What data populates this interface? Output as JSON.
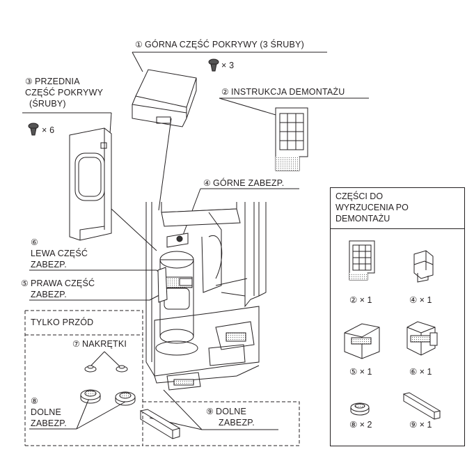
{
  "labels": {
    "part1": {
      "num": "①",
      "text": "GÓRNA CZĘŚĆ POKRYWY (3 ŚRUBY)"
    },
    "part1_qty": "× 3",
    "part2": {
      "num": "②",
      "text": "INSTRUKCJA DEMONTAŻU"
    },
    "part3": {
      "num": "③",
      "line1": "PRZEDNIA",
      "line2": "CZĘŚĆ POKRYWY",
      "line3": "(ŚRUBY)"
    },
    "part3_qty": "× 6",
    "part4": {
      "num": "④",
      "text": "GÓRNE ZABEZP."
    },
    "part6": {
      "num": "⑥",
      "line1": "LEWA CZĘŚĆ",
      "line2": "ZABEZP."
    },
    "part5": {
      "num": "⑤",
      "line1": "PRAWA CZĘŚĆ",
      "line2": "ZABEZP."
    },
    "front_only": "TYLKO PRZÓD",
    "part7": {
      "num": "⑦",
      "text": "NAKRĘTKI"
    },
    "part8": {
      "num": "⑧",
      "line1": "DOLNE",
      "line2": "ZABEZP."
    },
    "part9": {
      "num": "⑨",
      "line1": "DOLNE",
      "line2": "ZABEZP."
    }
  },
  "discard_panel": {
    "title_lines": [
      "CZĘŚCI DO",
      "WYRZUCENIA PO",
      "DEMONTAŻU"
    ],
    "items": [
      {
        "label": "② × 1",
        "icon": "manual-icon"
      },
      {
        "label": "④ × 1",
        "icon": "top-bracket-icon"
      },
      {
        "label": "⑤ × 1",
        "icon": "right-bracket-icon"
      },
      {
        "label": "⑥ × 1",
        "icon": "left-bracket-icon"
      },
      {
        "label": "⑧ × 2",
        "icon": "bottom-damper-icon"
      },
      {
        "label": "⑨ × 1",
        "icon": "bottom-plate-icon"
      }
    ]
  },
  "colors": {
    "ink": "#231f20",
    "paper": "#ffffff",
    "shade": "#9a9a9a"
  }
}
